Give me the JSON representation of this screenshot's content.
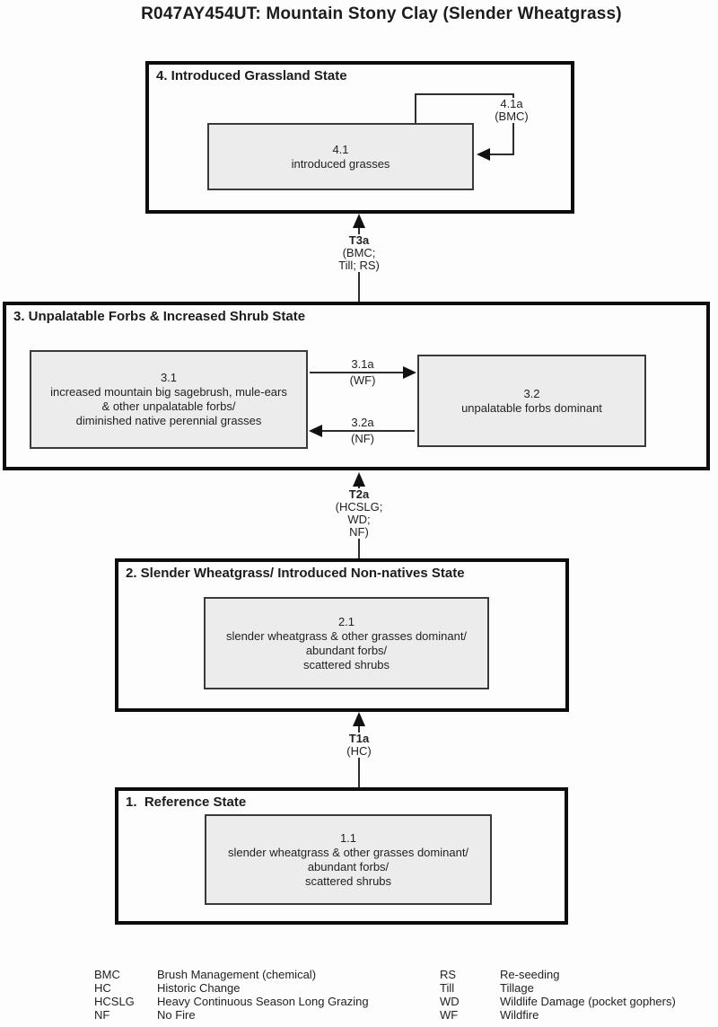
{
  "title": "R047AY454UT: Mountain Stony Clay (Slender Wheatgrass)",
  "state4": {
    "header": "4. Introduced Grassland State",
    "community": {
      "id": "4.1",
      "lines": [
        "introduced grasses"
      ]
    },
    "pathway": {
      "name": "4.1a",
      "cause": "(BMC)"
    }
  },
  "transitionT3a": {
    "name": "T3a",
    "causes": [
      "(BMC;",
      "Till; RS)"
    ]
  },
  "state3": {
    "header": "3. Unpalatable Forbs & Increased Shrub State",
    "community31": {
      "id": "3.1",
      "lines": [
        "increased mountain big sagebrush, mule-ears",
        "& other unpalatable forbs/",
        "diminished native perennial grasses"
      ]
    },
    "community32": {
      "id": "3.2",
      "lines": [
        "unpalatable forbs dominant"
      ]
    },
    "pathway31a": {
      "name": "3.1a",
      "cause": "(WF)"
    },
    "pathway32a": {
      "name": "3.2a",
      "cause": "(NF)"
    }
  },
  "transitionT2a": {
    "name": "T2a",
    "causes": [
      "(HCSLG;",
      "WD;",
      "NF)"
    ]
  },
  "state2": {
    "header": "2. Slender Wheatgrass/ Introduced Non-natives State",
    "community": {
      "id": "2.1",
      "lines": [
        "slender wheatgrass & other grasses dominant/",
        "abundant forbs/",
        "scattered shrubs"
      ]
    }
  },
  "transitionT1a": {
    "name": "T1a",
    "causes": [
      "(HC)"
    ]
  },
  "state1": {
    "header": "1.  Reference State",
    "community": {
      "id": "1.1",
      "lines": [
        "slender wheatgrass & other grasses dominant/",
        "abundant forbs/",
        "scattered shrubs"
      ]
    }
  },
  "legend": {
    "left": [
      {
        "code": "BMC",
        "label": "Brush Management (chemical)"
      },
      {
        "code": "HC",
        "label": "Historic Change"
      },
      {
        "code": "HCSLG",
        "label": "Heavy Continuous Season Long Grazing"
      },
      {
        "code": "NF",
        "label": "No Fire"
      }
    ],
    "right": [
      {
        "code": "RS",
        "label": "Re-seeding"
      },
      {
        "code": "Till",
        "label": "Tillage"
      },
      {
        "code": "WD",
        "label": "Wildlife Damage (pocket gophers)"
      },
      {
        "code": "WF",
        "label": "Wildfire"
      }
    ]
  },
  "colors": {
    "community_fill": "#ececec",
    "state_border": "#0d0d0d",
    "arrow": "#2e2e2e"
  }
}
